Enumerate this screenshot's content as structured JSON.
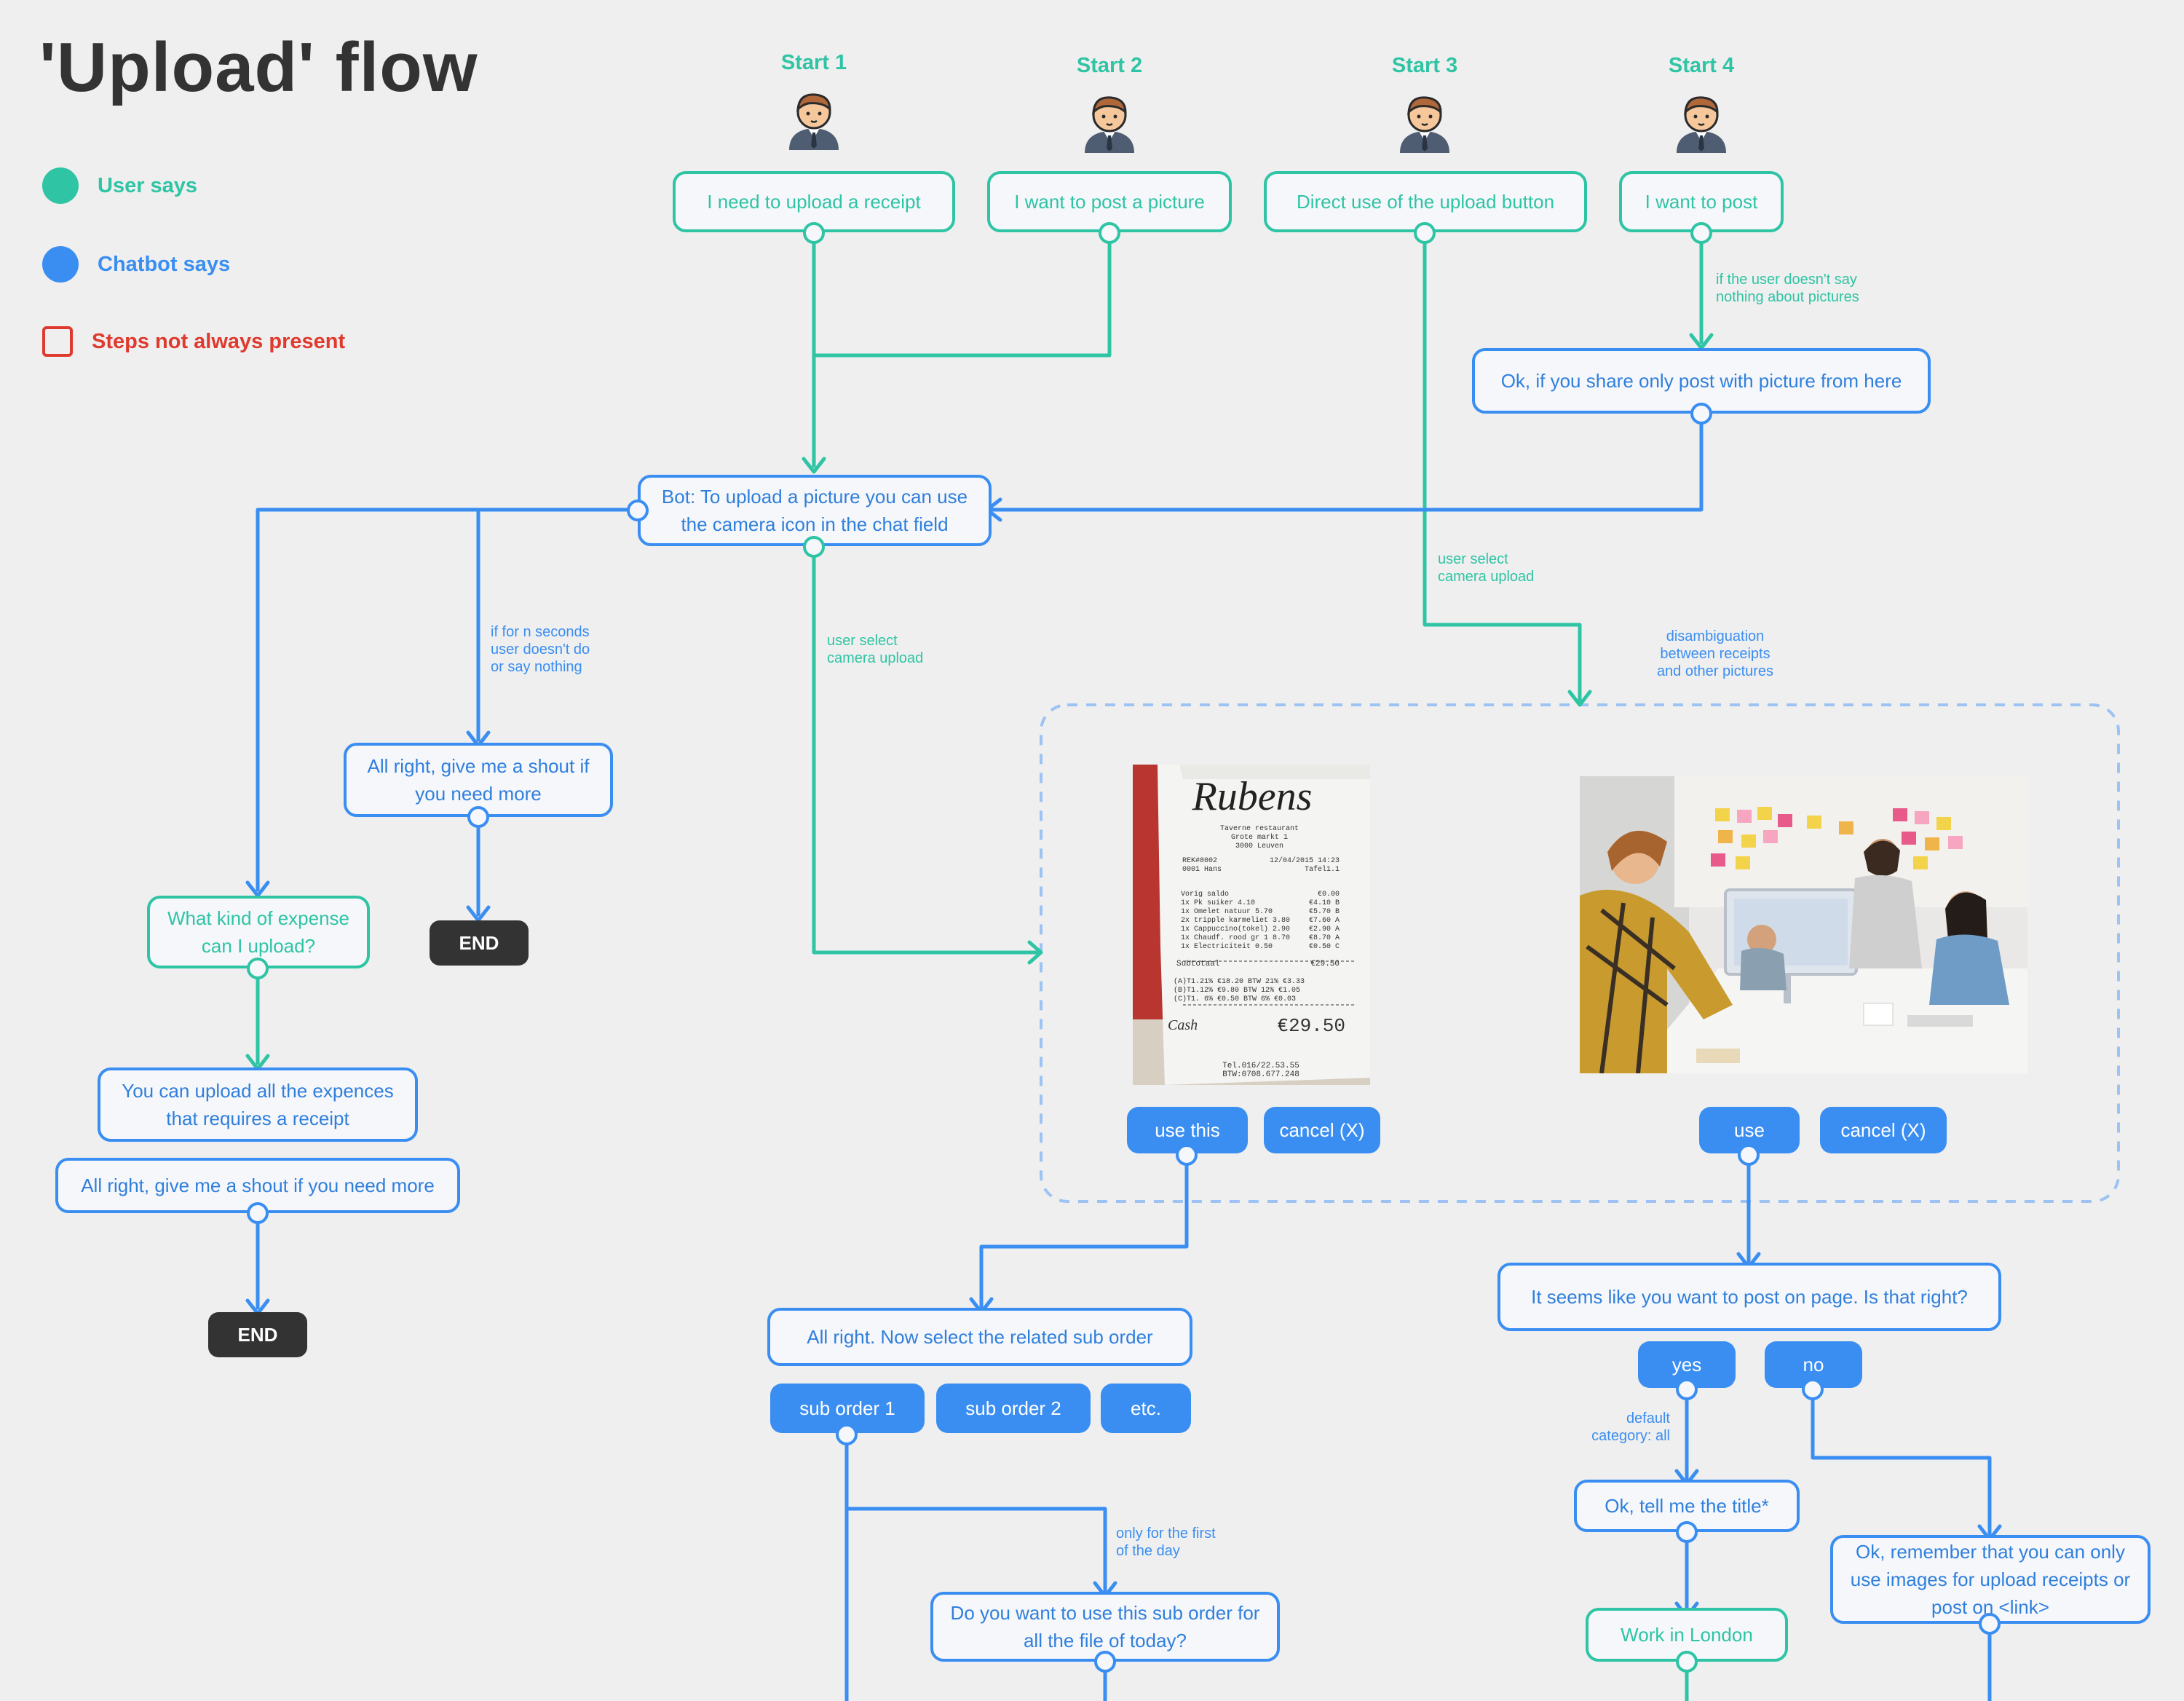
{
  "title": "'Upload' flow",
  "legend": {
    "user_says": "User says",
    "chatbot_says": "Chatbot says",
    "steps_not_always": "Steps not always present",
    "colors": {
      "user": "#2ec4a4",
      "bot": "#3a8ef2",
      "optional": "#e03a2e"
    }
  },
  "starts": [
    {
      "label": "Start 1",
      "utterance": "I need to upload a receipt"
    },
    {
      "label": "Start 2",
      "utterance": "I want to post a picture"
    },
    {
      "label": "Start 3",
      "utterance": "Direct use of the upload button"
    },
    {
      "label": "Start 4",
      "utterance": "I want to post"
    }
  ],
  "notes": {
    "no_pictures": [
      "if the user doesn't  say",
      "nothing about pictures"
    ],
    "n_seconds": [
      "if for n seconds",
      "user doesn't do",
      "or say nothing"
    ],
    "camera_upload_1": [
      "user select",
      "camera upload"
    ],
    "camera_upload_2": [
      "user select",
      "camera upload"
    ],
    "disambiguation": [
      "disambiguation",
      "between receipts",
      "and other pictures"
    ],
    "default_category": [
      "default",
      "category: all"
    ],
    "first_of_day": [
      "only for the first",
      "of the day"
    ]
  },
  "bot": {
    "share_post": "Ok, if you share only post with picture from here",
    "upload_hint": "Bot: To upload a picture you can use the camera icon in the chat field",
    "shout_1": "All right, give me a shout if you need more",
    "expences": "You can upload all the expences that requires a receipt",
    "shout_2": "All right, give me a shout if you need more",
    "select_sub_order": "All right. Now select the related sub order",
    "post_on_page": "It seems like you want to post on page. Is that right?",
    "tell_title": "Ok, tell me the title*",
    "remember": "Ok, remember that you can only use images for upload receipts or post on <link>",
    "use_sub_order": "Do you want to use this sub order for all the file of today?"
  },
  "user": {
    "expense_question": "What kind of expense can I upload?",
    "work_in_london": "Work in London"
  },
  "buttons": {
    "use_this": "use this",
    "cancel_1": "cancel (X)",
    "use": "use",
    "cancel_2": "cancel (X)",
    "sub_order_1": "sub order 1",
    "sub_order_2": "sub order 2",
    "etc": "etc.",
    "yes": "yes",
    "no": "no"
  },
  "end_labels": {
    "end_1": "END",
    "end_2": "END"
  },
  "receipt": {
    "brand": "Rubens",
    "address": [
      "Taverne restaurant",
      "Grote markt 1",
      "3000 Leuven"
    ],
    "meta_left": [
      "REK#8002",
      "0001 Hans"
    ],
    "meta_right": [
      "12/04/2015 14:23",
      "Tafel1.1"
    ],
    "items": [
      [
        "Vorig saldo",
        "€0.00"
      ],
      [
        "1x Pk suiker   4.10",
        "€4.10 B"
      ],
      [
        "1x Omelet natuur  5.70",
        "€5.70 B"
      ],
      [
        "2x tripple karmeliet 3.80",
        "€7.60 A"
      ],
      [
        "1x Cappuccino(tokel) 2.90",
        "€2.90 A"
      ],
      [
        "1x Chaudf. rood gr 1 8.70",
        "€8.70 A"
      ],
      [
        "1x Electriciteit  0.50",
        "€0.50 C"
      ]
    ],
    "subtotal": [
      "Subtotaal",
      "€29.50"
    ],
    "vat": [
      "(A)T1.21% €18.20  BTW 21%  €3.33",
      "(B)T1.12% €9.80   BTW 12%  €1.05",
      "(C)T1. 6% €0.50   BTW  6%  €0.03"
    ],
    "cash_label": "Cash",
    "cash_value": "€29.50",
    "footer": [
      "Tel.016/22.53.55",
      "BTW:0708.677.248"
    ]
  }
}
